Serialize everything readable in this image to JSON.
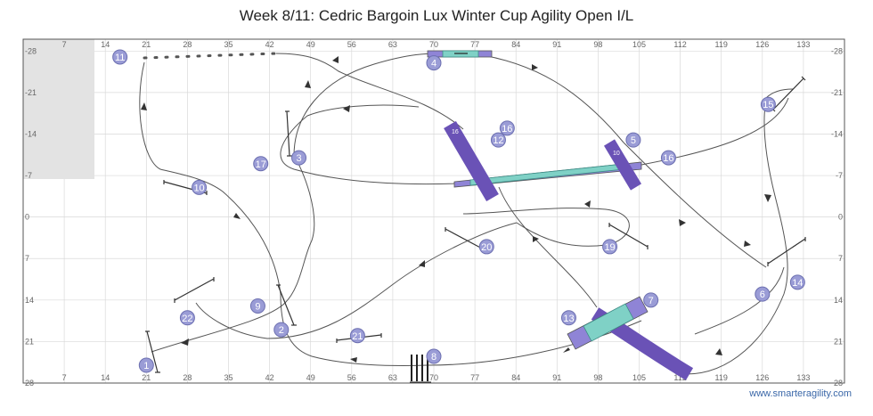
{
  "title": "Week 8/11: Cedric Bargoin Lux Winter Cup Agility Open I/L",
  "footer": "www.smarteragility.com",
  "colors": {
    "grid": "#d9d9d9",
    "border": "#555555",
    "start_zone": "#e3e3e3",
    "marker_fill": "#9a9cd6",
    "marker_stroke": "#6c6fb0",
    "tunnel": "#6a52b6",
    "dogwalk": "#7fd1c6",
    "dogwalk_stroke": "#3d8c86",
    "contact": "#8f84d6",
    "path": "#555555",
    "jump": "#333333"
  },
  "axis": {
    "x_ticks": [
      "7",
      "14",
      "21",
      "28",
      "35",
      "42",
      "49",
      "56",
      "63",
      "70",
      "77",
      "84",
      "91",
      "98",
      "105",
      "112",
      "119",
      "126",
      "133"
    ],
    "top_x_ticks": [
      "7",
      "14",
      "21",
      "28",
      "35",
      "42",
      "49",
      "56",
      "63",
      "70",
      "77",
      "84",
      "91",
      "98",
      "105",
      "112",
      "119",
      "126",
      "133"
    ],
    "y_ticks": [
      "-28",
      "-21",
      "-14",
      "-7",
      "0",
      "7",
      "14",
      "21",
      "28"
    ]
  },
  "markers": [
    {
      "n": "1",
      "x": 21,
      "y": 25
    },
    {
      "n": "2",
      "x": 44,
      "y": 19
    },
    {
      "n": "3",
      "x": 47,
      "y": -10
    },
    {
      "n": "4",
      "x": 70,
      "y": -26
    },
    {
      "n": "5",
      "x": 104,
      "y": -13
    },
    {
      "n": "6",
      "x": 126,
      "y": 13
    },
    {
      "n": "7",
      "x": 107,
      "y": 14
    },
    {
      "n": "8",
      "x": 70,
      "y": 23.5
    },
    {
      "n": "9",
      "x": 40,
      "y": 15
    },
    {
      "n": "10",
      "x": 30,
      "y": -5
    },
    {
      "n": "11",
      "x": 16.5,
      "y": -27
    },
    {
      "n": "12",
      "x": 81,
      "y": -13
    },
    {
      "n": "13",
      "x": 93,
      "y": 17
    },
    {
      "n": "14",
      "x": 132,
      "y": 11
    },
    {
      "n": "15",
      "x": 127,
      "y": -19
    },
    {
      "n": "16",
      "x": 82.5,
      "y": -15
    },
    {
      "n": "16",
      "x": 110,
      "y": -10
    },
    {
      "n": "17",
      "x": 40.5,
      "y": -9
    },
    {
      "n": "19",
      "x": 100,
      "y": 5
    },
    {
      "n": "20",
      "x": 79,
      "y": 5
    },
    {
      "n": "21",
      "x": 57,
      "y": 20
    },
    {
      "n": "22",
      "x": 28,
      "y": 17
    }
  ],
  "tunnel_labels": [
    "16",
    "10"
  ]
}
